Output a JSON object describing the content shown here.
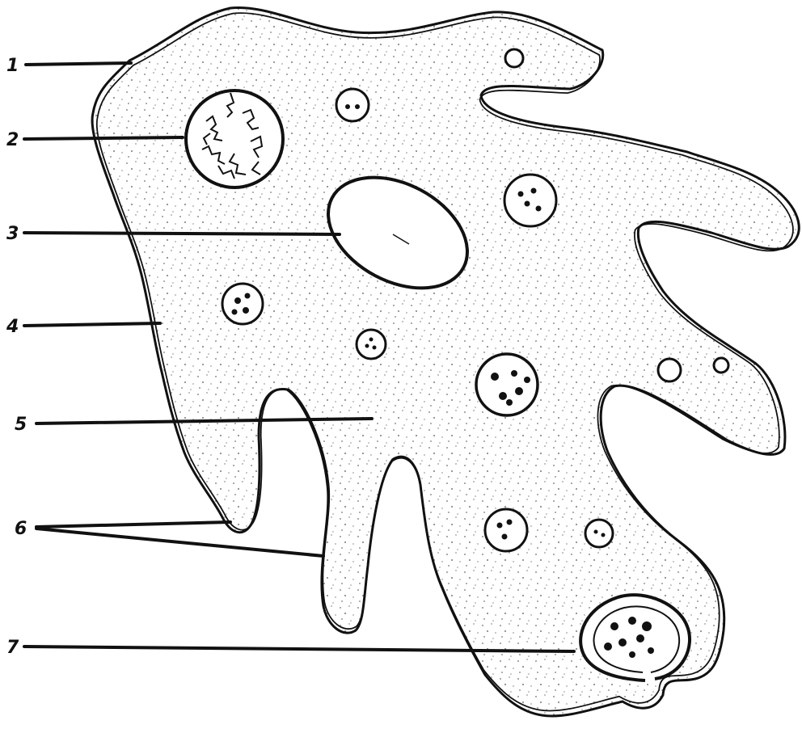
{
  "diagram": {
    "subject": "amoeba",
    "style": "black ink line drawing with stippled cytoplasm",
    "ink_color": "#111111",
    "background_color": "#ffffff"
  },
  "labels": [
    {
      "id": "label-1",
      "text": "1"
    },
    {
      "id": "label-2",
      "text": "2"
    },
    {
      "id": "label-3",
      "text": "3"
    },
    {
      "id": "label-4",
      "text": "4"
    },
    {
      "id": "label-5",
      "text": "5"
    },
    {
      "id": "label-6",
      "text": "6"
    },
    {
      "id": "label-7",
      "text": "7"
    }
  ]
}
